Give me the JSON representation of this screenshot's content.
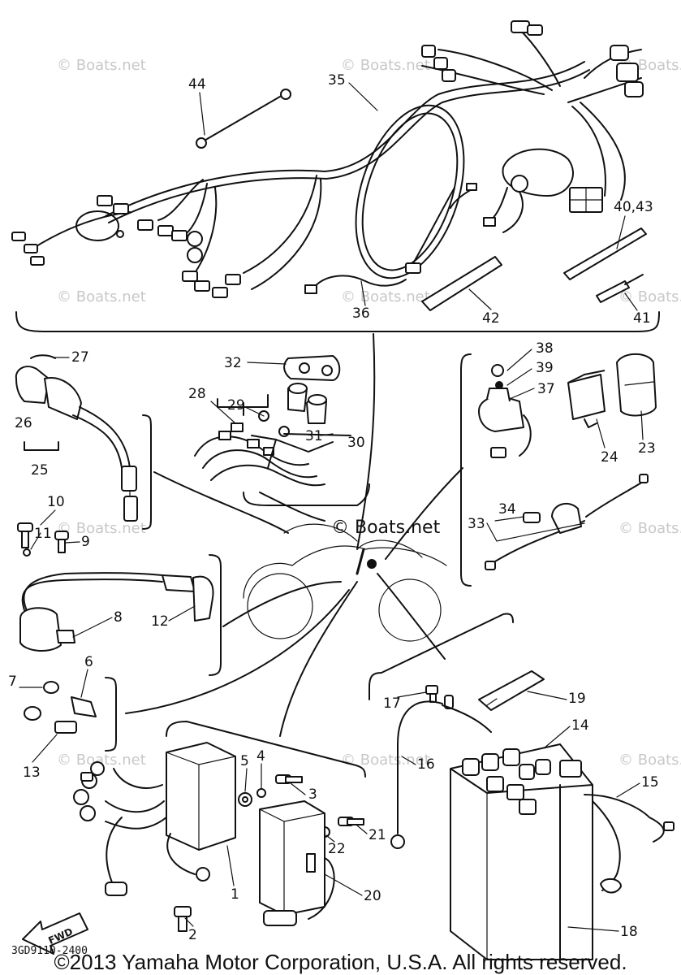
{
  "diagram": {
    "part_callouts": [
      "44",
      "35",
      "36",
      "42",
      "40,43",
      "41",
      "27",
      "26",
      "25",
      "32",
      "28",
      "29",
      "31",
      "30",
      "38",
      "39",
      "37",
      "24",
      "23",
      "33",
      "34",
      "10",
      "11",
      "9",
      "8",
      "12",
      "6",
      "7",
      "13",
      "17",
      "19",
      "16",
      "14",
      "15",
      "5",
      "4",
      "3",
      "21",
      "22",
      "20",
      "18",
      "1",
      "2"
    ],
    "watermark": "© Boats.net",
    "drawing_code": "3GD9110-2400",
    "forward_arrow_label": "FWD"
  },
  "footer": {
    "copyright": "©2013 Yamaha Motor Corporation, U.S.A. All rights reserved."
  }
}
